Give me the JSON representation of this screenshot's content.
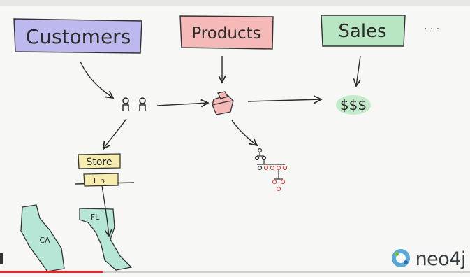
{
  "nodes": {
    "customers": "Customers",
    "products": "Products",
    "sales": "Sales",
    "ellipsis": ". . .",
    "sales_value": "$$$",
    "store": "Store",
    "store_tag": "In",
    "ca": "CA",
    "fl": "FL"
  },
  "brand": {
    "name": "neo4j"
  },
  "video": {
    "progress": 0.22
  },
  "colors": {
    "customers": "#bdb8ee",
    "products": "#f5b9b7",
    "sales": "#b9e6c2",
    "store": "#f6ecb0",
    "state": "#b5e6d6",
    "accent": "#e0282f"
  }
}
